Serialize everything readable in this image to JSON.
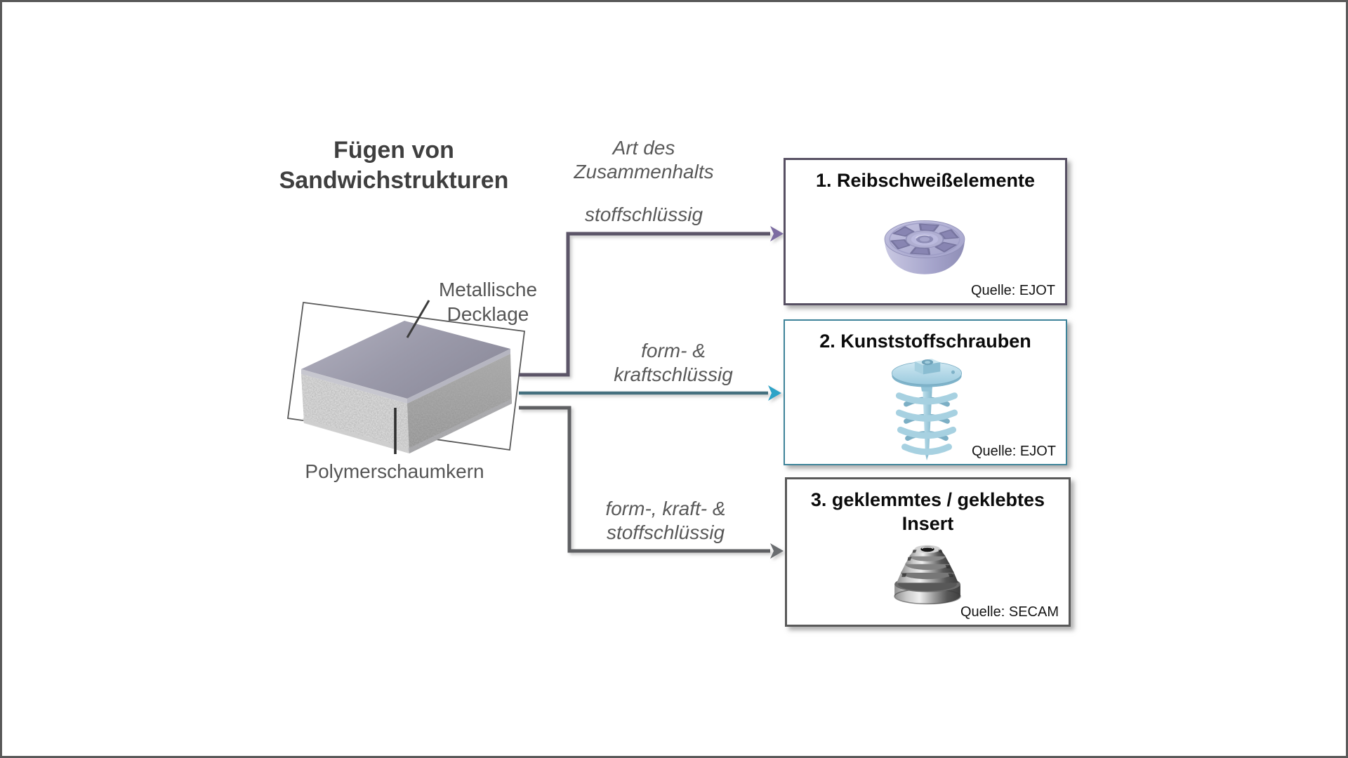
{
  "header": {
    "title": "Fügen von\nSandwichstrukturen",
    "column_label": "Art des\nZusammenhalts"
  },
  "sandwich": {
    "top_label": "Metallische\nDecklage",
    "bottom_label": "Polymerschaumkern"
  },
  "arrows": [
    {
      "label": "stoffschlüssig",
      "line_color": "#5b5468",
      "head_color": "#7b6ca1"
    },
    {
      "label": "form- &\nkraftschlüssig",
      "line_color": "#45707f",
      "head_color": "#2fa3c7"
    },
    {
      "label": "form-, kraft- &\nstoffschlüssig",
      "line_color": "#5e6163",
      "head_color": "#6a6d6f"
    }
  ],
  "boxes": [
    {
      "title": "1. Reibschweißelemente",
      "source": "Quelle: EJOT",
      "border_color": "#575063",
      "image": "friction-weld-element",
      "image_color": "#b5b4d6"
    },
    {
      "title": "2. Kunststoffschrauben",
      "source": "Quelle: EJOT",
      "border_color": "#3e8399",
      "image": "plastic-screw",
      "image_color": "#a5cfe0"
    },
    {
      "title": "3. geklemmtes / geklebtes\nInsert",
      "source": "Quelle: SECAM",
      "border_color": "#595959",
      "image": "metal-insert",
      "image_color": "#8c8c8c"
    }
  ],
  "colors": {
    "frame": "#595959",
    "title_text": "#3f3f3f",
    "label_text": "#595959",
    "metal_face": "#9f9ead",
    "foam_face": "#d9d9d9"
  }
}
